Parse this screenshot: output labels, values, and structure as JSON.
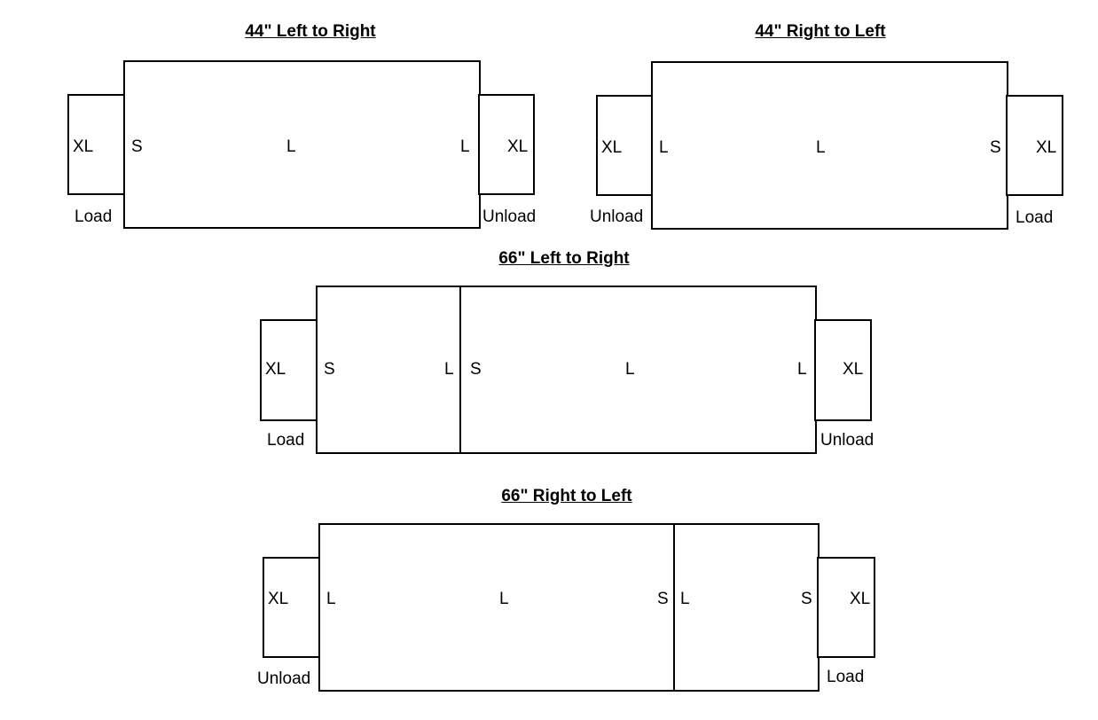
{
  "diagrams": [
    {
      "title": "44\" Left to Right",
      "end_left": "XL",
      "end_right": "XL",
      "zones": [
        {
          "left": "S",
          "center": "L",
          "right": "L"
        }
      ],
      "caption_left": "Load",
      "caption_right": "Unload"
    },
    {
      "title": "44\" Right to Left",
      "end_left": "XL",
      "end_right": "XL",
      "zones": [
        {
          "left": "L",
          "center": "L",
          "right": "S"
        }
      ],
      "caption_left": "Unload",
      "caption_right": "Load"
    },
    {
      "title": "66\" Left to Right",
      "end_left": "XL",
      "end_right": "XL",
      "zones": [
        {
          "left": "S",
          "center": "",
          "right": "L"
        },
        {
          "left": "S",
          "center": "L",
          "right": "L"
        }
      ],
      "caption_left": "Load",
      "caption_right": "Unload"
    },
    {
      "title": "66\" Right to Left",
      "end_left": "XL",
      "end_right": "XL",
      "zones": [
        {
          "left": "L",
          "center": "L",
          "right": "S"
        },
        {
          "left": "L",
          "center": "",
          "right": "S"
        }
      ],
      "caption_left": "Unload",
      "caption_right": "Load"
    }
  ]
}
